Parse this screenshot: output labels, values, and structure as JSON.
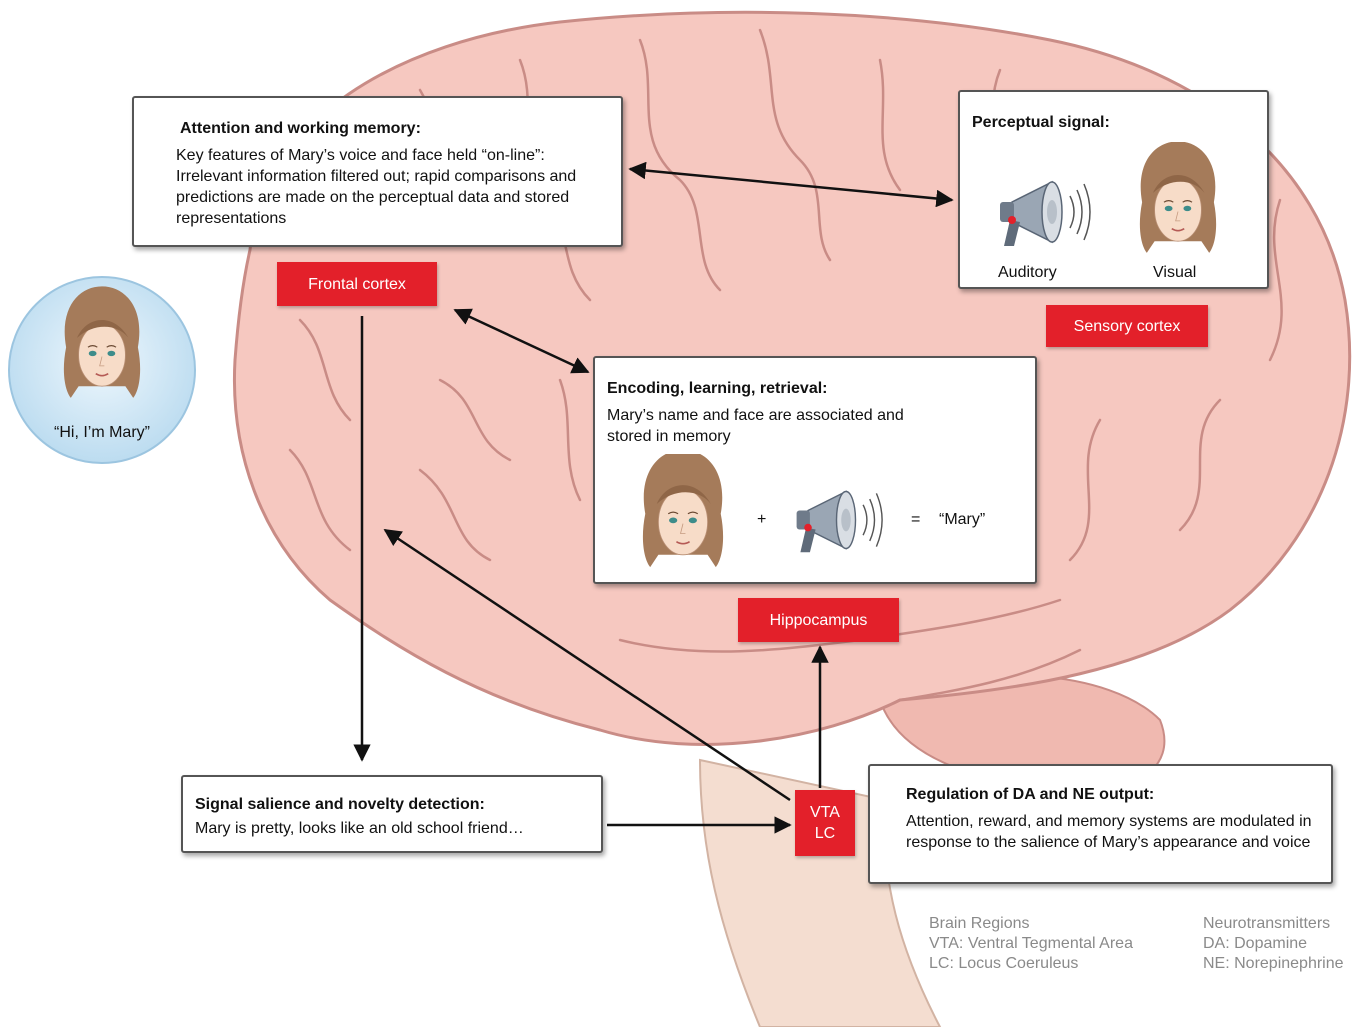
{
  "regions": {
    "frontal": "Frontal cortex",
    "sensory": "Sensory cortex",
    "hippocampus": "Hippocampus",
    "vta_lc_line1": "VTA",
    "vta_lc_line2": "LC"
  },
  "boxes": {
    "attention": {
      "title": "Attention and working memory:",
      "body": "Key features of Mary’s voice and face held “on-line”: Irrelevant information filtered out; rapid comparisons and predictions are made on the perceptual data and stored representations"
    },
    "perceptual": {
      "title": "Perceptual signal:",
      "auditory": "Auditory",
      "visual": "Visual"
    },
    "encoding": {
      "title": "Encoding, learning, retrieval:",
      "body": "Mary’s name and face are associated and stored in memory",
      "plus": "+",
      "equals": "=",
      "result": "“Mary”"
    },
    "salience": {
      "title": "Signal salience and novelty detection:",
      "body": "Mary is pretty, looks like an old school friend…"
    },
    "regulation": {
      "title": "Regulation of DA and NE output:",
      "body": "Attention, reward, and memory systems are modulated in response to the salience of Mary’s appearance and voice"
    }
  },
  "greeting": "“Hi, I’m Mary”",
  "legend": {
    "regions_title": "Brain Regions",
    "vta": "VTA: Ventral Tegmental Area",
    "lc": "LC: Locus Coeruleus",
    "nt_title": "Neurotransmitters",
    "da": "DA: Dopamine",
    "ne": "NE: Norepinephrine"
  },
  "colors": {
    "brain": "#f6c8c0",
    "brain_outline": "#c98c86",
    "region_red": "#e3202a",
    "circle_fill": "#d8ecf8",
    "legend_gray": "#8a8a8a"
  }
}
